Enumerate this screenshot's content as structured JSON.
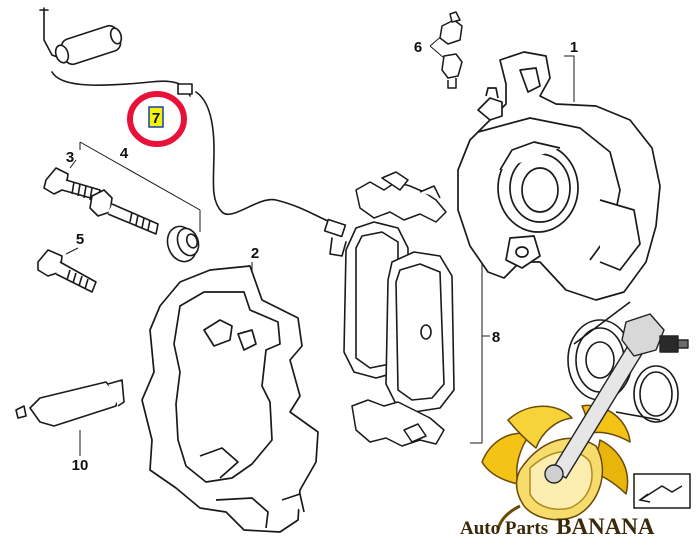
{
  "callouts": {
    "c1": "1",
    "c2": "2",
    "c3": "3",
    "c4": "4",
    "c5": "5",
    "c6": "6",
    "c7": "7",
    "c8": "8",
    "c10": "10"
  },
  "highlight": {
    "part": "7",
    "ring_color": "#e8113a",
    "box_color": "#f2f20a"
  },
  "watermark": {
    "text_main": "Auto Parts",
    "text_brand": "BANANA",
    "text_color": "#3a2a0a",
    "fruit_color": "#f3c316"
  }
}
